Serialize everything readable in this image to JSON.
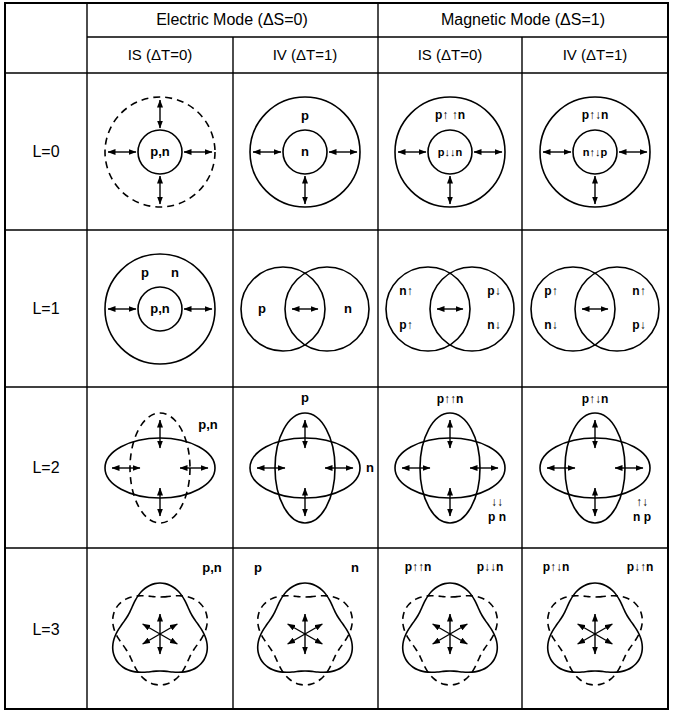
{
  "diagram": {
    "labels": [
      "Electric Mode (ΔS=0)",
      "Magnetic Mode (ΔS=1)",
      "IS (ΔT=0)",
      "IV (ΔT=1)",
      "IS (ΔT=0)",
      "IV (ΔT=1)",
      "L=0",
      "L=1",
      "L=2",
      "L=3",
      "p,n",
      "p",
      "n",
      "p↑ ↑n",
      "p↓↓n",
      "p↑↓n",
      "n↑↓p",
      "p",
      "n",
      "p,n",
      "p",
      "n",
      "n↑",
      "p↓",
      "p↑",
      "n↓",
      "p↑",
      "n↑",
      "n↓",
      "p↓",
      "p,n",
      "p",
      "n",
      "p↑↑n",
      "↓↓",
      "p n",
      "p↑↓n",
      "↑↓",
      "n p",
      "p,n",
      "p",
      "n",
      "p↑↑n",
      "p↓↓n",
      "p↑↓n",
      "p↓↑n"
    ]
  }
}
